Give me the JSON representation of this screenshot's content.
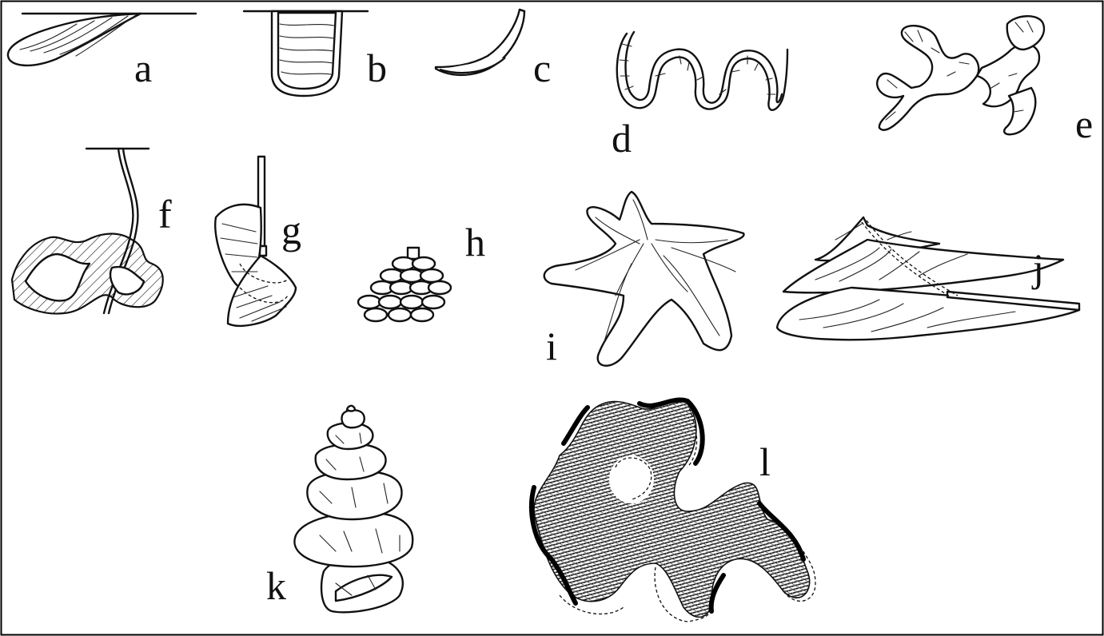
{
  "figure": {
    "labels": {
      "a": "a",
      "b": "b",
      "c": "c",
      "d": "d",
      "e": "e",
      "f": "f",
      "g": "g",
      "h": "h",
      "i": "i",
      "j": "j",
      "k": "k",
      "l": "l"
    }
  },
  "colors": {
    "ink": "#111111",
    "background": "#ffffff",
    "frame": "#000000"
  }
}
